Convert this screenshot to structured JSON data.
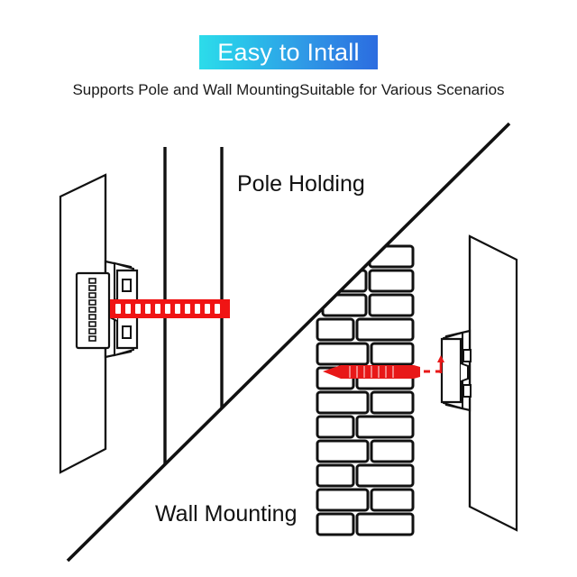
{
  "header": {
    "title": "Easy to Intall",
    "title_gradient_from": "#2ddcea",
    "title_gradient_to": "#2c6ce0",
    "title_text_color": "#ffffff",
    "subtitle": "Supports Pole and Wall MountingSuitable for Various Scenarios"
  },
  "illustration": {
    "divider": {
      "name": "diagonal-divider",
      "stroke": "#111111"
    },
    "pole_section": {
      "label": "Pole Holding",
      "panel_name": "solar-panel-left",
      "pole_name": "mounting-pole",
      "bracket_name": "pole-bracket",
      "strap_name": "red-band-strap",
      "strap_color": "#f01414",
      "strap_segments": 12,
      "plate_slots": 10,
      "bracket_slots": 2,
      "outline_color": "#111111"
    },
    "wall_section": {
      "label": "Wall Mounting",
      "wall_name": "brick-wall",
      "panel_name": "solar-panel-right",
      "bracket_name": "wall-bracket",
      "screw_name": "red-screw-arrow",
      "screw_color": "#e81818",
      "brick_rows": 13,
      "bracket_slots": 2,
      "outline_color": "#111111"
    }
  }
}
